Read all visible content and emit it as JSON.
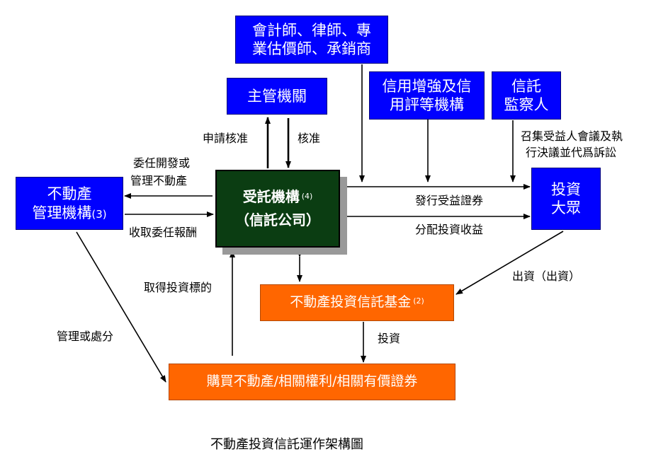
{
  "boxes": {
    "professionals": {
      "line1": "會計師、律師、專",
      "line2": "業估價師、承銷商"
    },
    "regulator": {
      "line1": "主管機關"
    },
    "credit_rating": {
      "line1": "信用增強及信",
      "line2": "用評等機構"
    },
    "supervisor": {
      "line1": "信託",
      "line2": "監察人"
    },
    "investors": {
      "line1": "投資",
      "line2": "大眾"
    },
    "property_manager": {
      "line1": "不動產",
      "line2": "管理機構",
      "note": "(3)"
    },
    "trustee": {
      "line1": "受託機構",
      "note": "(4)",
      "line2": "（信託公司）"
    },
    "fund": {
      "line1": "不動產投資信託基金",
      "note": "(2)"
    },
    "purchase": {
      "line1": "購買不動產/相關權利/相關有價證券"
    }
  },
  "labels": {
    "apply": "申請核准",
    "approve": "核准",
    "meeting_1": "召集受益人會議及執",
    "meeting_2": "行決議並代爲訴訟",
    "entrust_1": "委任開發或",
    "entrust_2": "管理不動產",
    "fee": "收取委任報酬",
    "issue": "發行受益證券",
    "distribute": "分配投資收益",
    "contribute": "出資（出資）",
    "acquire": "取得投資標的",
    "invest": "投資",
    "manage": "管理或處分"
  },
  "caption": "不動產投資信託運作架構圖"
}
